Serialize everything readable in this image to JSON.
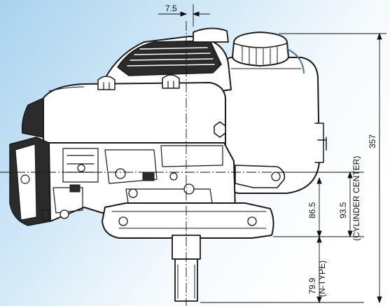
{
  "dimensions": {
    "top_offset": "7.5",
    "overall_height": "357",
    "shaft_center_height": "86.5",
    "cylinder_center_height": "93.5",
    "cylinder_center_note": "(CYLINDER CENTER)",
    "shaft_length": "79.9",
    "shaft_type_note": "(N-TYPE)"
  },
  "colors": {
    "background_blue": "#cfe6f6",
    "line": "#1a1a1a",
    "fill_light": "#ffffff",
    "fill_dark": "#2b2b2b"
  }
}
